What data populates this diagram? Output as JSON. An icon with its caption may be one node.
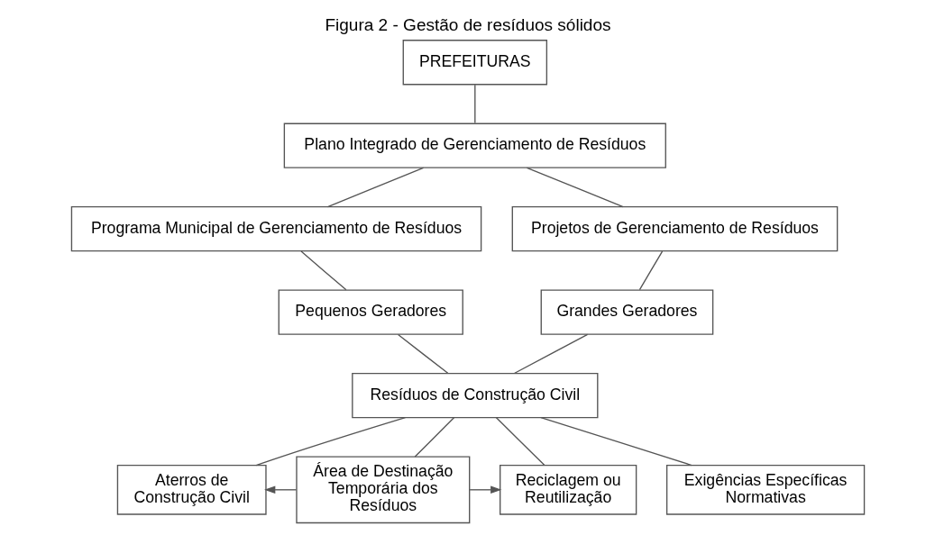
{
  "diagram": {
    "title": "**Figura 2 -** Gestão de resíduos sólidos",
    "nodes": [
      {
        "text": [
          "PREFEITURAS"
        ]
      },
      {
        "text": [
          "Plano Integrado de Gerenciamento de Resíduos"
        ]
      },
      {
        "text": [
          "Programa Municipal de Gerenciamento de Resíduos"
        ]
      },
      {
        "text": [
          "Projetos de Gerenciamento de Resíduos"
        ]
      },
      {
        "text": [
          "Pequenos Geradores"
        ]
      },
      {
        "text": [
          "Grandes Geradores"
        ]
      },
      {
        "text": [
          "Resíduos de Construção Civil"
        ]
      },
      {
        "text": [
          "Aterros de Construção Civil"
        ]
      },
      {
        "text": [
          "Área de Destinação Temporária dos Resíduos"
        ]
      },
      {
        "text": [
          "Reciclagem ou Reutilização"
        ]
      },
      {
        "text": [
          "Exigências Específicas Normativas"
        ]
      }
    ],
    "edges": [
      {
        "from": 0,
        "to": 1,
        "arrow": "none"
      },
      {
        "from": 1,
        "to": 2,
        "arrow": "none"
      },
      {
        "from": 1,
        "to": 3,
        "arrow": "none"
      },
      {
        "from": 2,
        "to": 4,
        "arrow": "none"
      },
      {
        "from": 3,
        "to": 5,
        "arrow": "none"
      },
      {
        "from": 4,
        "to": 6,
        "arrow": "none"
      },
      {
        "from": 5,
        "to": 6,
        "arrow": "none"
      },
      {
        "from": 6,
        "to": 7,
        "arrow": "none"
      },
      {
        "from": 6,
        "to": 8,
        "arrow": "none"
      },
      {
        "from": 6,
        "to": 9,
        "arrow": "none"
      },
      {
        "from": 6,
        "to": 10,
        "arrow": "none"
      },
      {
        "from": 8,
        "to": 7,
        "arrow": "to"
      },
      {
        "from": 8,
        "to": 9,
        "arrow": "to"
      }
    ]
  }
}
